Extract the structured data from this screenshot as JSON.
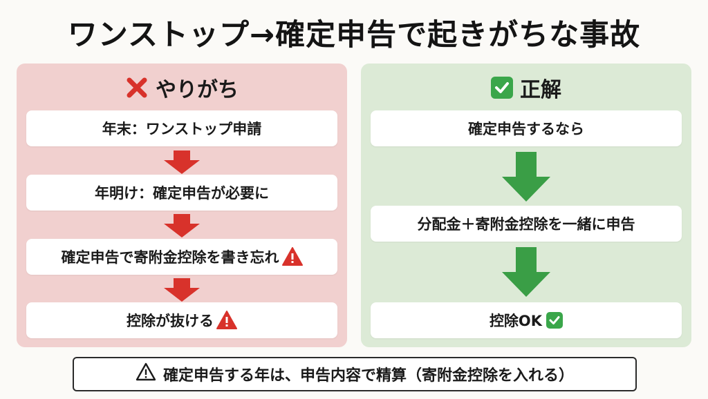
{
  "title": "ワンストップ→確定申告で起きがちな事故",
  "left_panel": {
    "heading": "やりがち",
    "steps": [
      "年末：ワンストップ申請",
      "年明け：確定申告が必要に",
      "確定申告で寄附金控除を書き忘れ",
      "控除が抜ける"
    ]
  },
  "right_panel": {
    "heading": "正解",
    "steps": [
      "確定申告するなら",
      "分配金＋寄附金控除を一緒に申告",
      "控除OK"
    ]
  },
  "note": "確定申告する年は、申告内容で精算（寄附金控除を入れる）",
  "colors": {
    "bad_panel": "#f1d0cf",
    "good_panel": "#dcead6",
    "red_arrow": "#d8322b",
    "green_arrow": "#3a9e46"
  },
  "icons": {
    "bad_heading": "cross-mark-icon",
    "good_heading": "check-box-icon",
    "warning": "warning-icon",
    "note": "warning-outline-icon"
  }
}
